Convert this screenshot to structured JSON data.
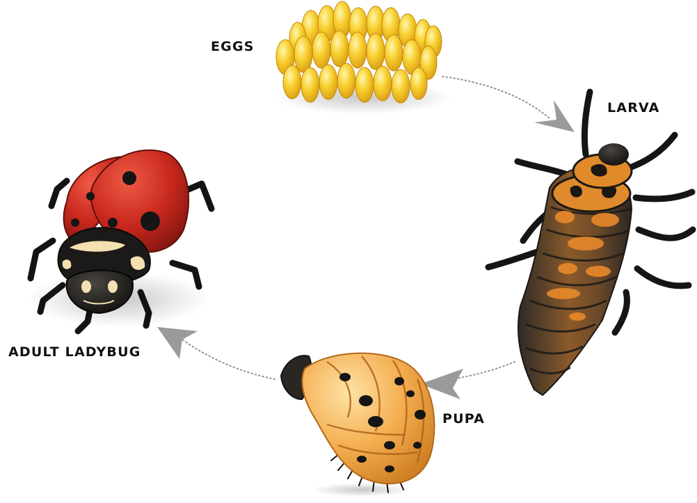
{
  "diagram": {
    "stages": [
      {
        "id": "eggs",
        "label": "EGGS",
        "icon": "egg-cluster-icon"
      },
      {
        "id": "larva",
        "label": "LARVA",
        "icon": "larva-icon"
      },
      {
        "id": "pupa",
        "label": "PUPA",
        "icon": "pupa-icon"
      },
      {
        "id": "adult",
        "label": "ADULT LADYBUG",
        "icon": "ladybug-icon"
      }
    ],
    "cycle_order": [
      "eggs",
      "larva",
      "pupa",
      "adult"
    ],
    "colors": {
      "egg_yellow": "#f5c518",
      "larva_orange": "#e08a2a",
      "larva_dark": "#3a3a3a",
      "pupa_orange": "#f2a94a",
      "ladybug_red": "#c8281d",
      "spot_black": "#151515",
      "arrow_gray": "#9a9a9a",
      "label_text": "#111111"
    }
  }
}
